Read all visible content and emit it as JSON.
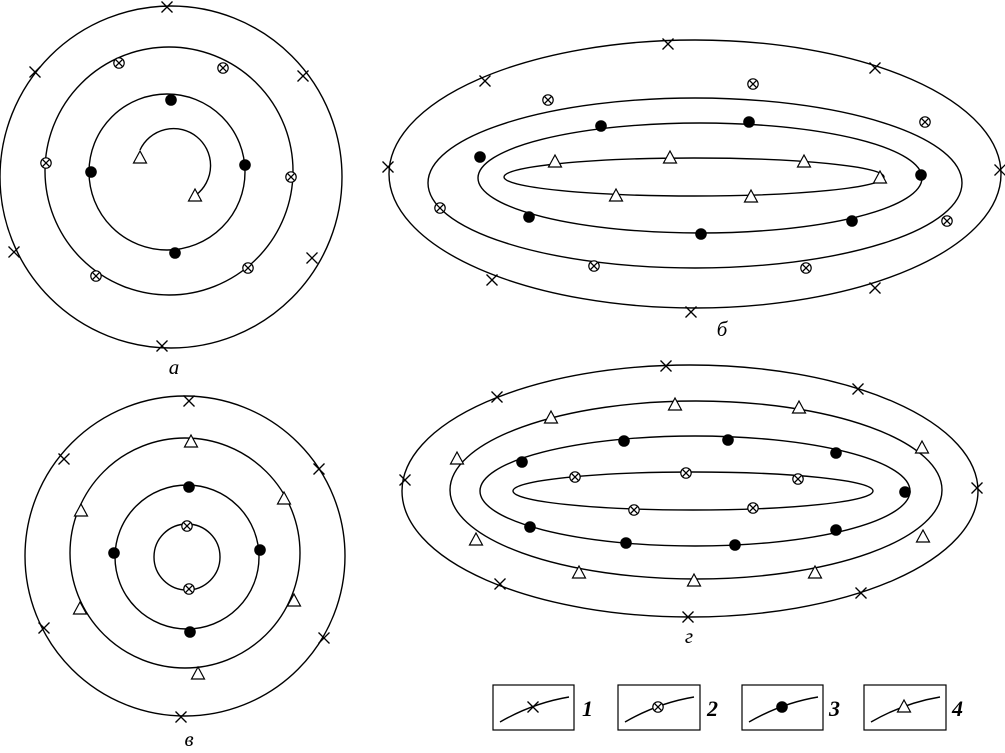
{
  "panels": {
    "a": {
      "label": "а"
    },
    "b": {
      "label": "б"
    },
    "v": {
      "label": "в"
    },
    "g": {
      "label": "г"
    }
  },
  "legend": [
    {
      "number": "1",
      "symbol": "cross-marker"
    },
    {
      "number": "2",
      "symbol": "circled-cross-marker"
    },
    {
      "number": "3",
      "symbol": "filled-dot-marker"
    },
    {
      "number": "4",
      "symbol": "open-triangle-marker"
    }
  ],
  "colors": {
    "line": "#000000",
    "background": "#ffffff"
  }
}
